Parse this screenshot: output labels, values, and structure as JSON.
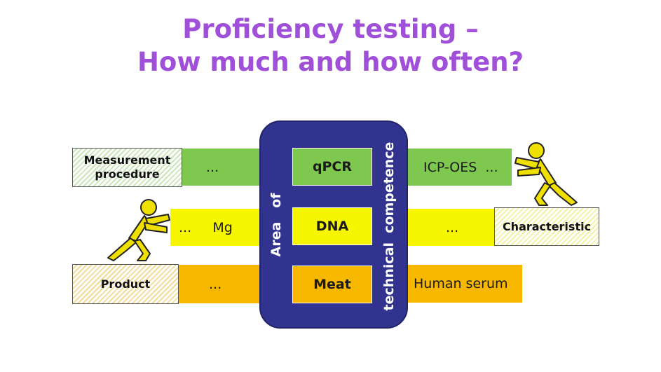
{
  "title": {
    "line1": "Proficiency testing –",
    "line2": "How much and how often?"
  },
  "panel": {
    "left_label": "Area   of",
    "right_label": "technical  competence",
    "items": [
      "qPCR",
      "DNA",
      "Meat"
    ]
  },
  "rows": {
    "top": {
      "left_box": [
        "Measurement",
        "procedure"
      ],
      "left_text": "...",
      "right_text": "ICP-OES  ..."
    },
    "middle": {
      "left_text": "...     Mg",
      "right_text": "...",
      "right_box": "Characteristic"
    },
    "bottom": {
      "left_box": "Product",
      "left_text": "...",
      "right_text": "Human serum"
    }
  },
  "icons": [
    "pushing-figure-icon"
  ],
  "colors": {
    "title": "#a050d8",
    "panel": "#32338e",
    "green": "#7ec850",
    "yellow": "#f6f600",
    "orange": "#f8b800",
    "figure": "#f0e000"
  }
}
